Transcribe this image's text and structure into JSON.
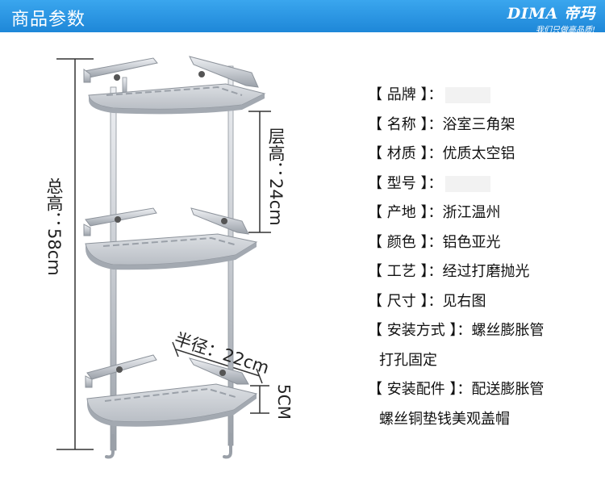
{
  "header": {
    "title": "商品参数",
    "brand_name": "DIMA 帝玛",
    "brand_slogan": "我们只做高品质!"
  },
  "dimensions": {
    "total_height": "总高：58cm",
    "layer_height": "层高：24cm",
    "radius": "半径：22cm",
    "tray_depth": "5CM"
  },
  "specs": [
    {
      "label": "【 品牌 】：",
      "value": ""
    },
    {
      "label": "【 名称 】：",
      "value": "浴室三角架"
    },
    {
      "label": "【 材质 】：",
      "value": "优质太空铝"
    },
    {
      "label": "【 型号 】：",
      "value": ""
    },
    {
      "label": "【 产地 】：",
      "value": "浙江温州"
    },
    {
      "label": "【 颜色 】：",
      "value": "铝色亚光"
    },
    {
      "label": "【 工艺 】：",
      "value": "经过打磨抛光"
    },
    {
      "label": "【 尺寸 】：",
      "value": "见右图"
    },
    {
      "label": "【 安装方式 】：",
      "value": "螺丝膨胀管"
    },
    {
      "label": "",
      "value": "打孔固定"
    },
    {
      "label": "【 安装配件 】：",
      "value": "配送膨胀管"
    },
    {
      "label": "",
      "value": "螺丝铜垫钱美观盖帽"
    }
  ],
  "colors": {
    "header_bg": "#2a97e4",
    "metal": "#c9ccd1"
  }
}
